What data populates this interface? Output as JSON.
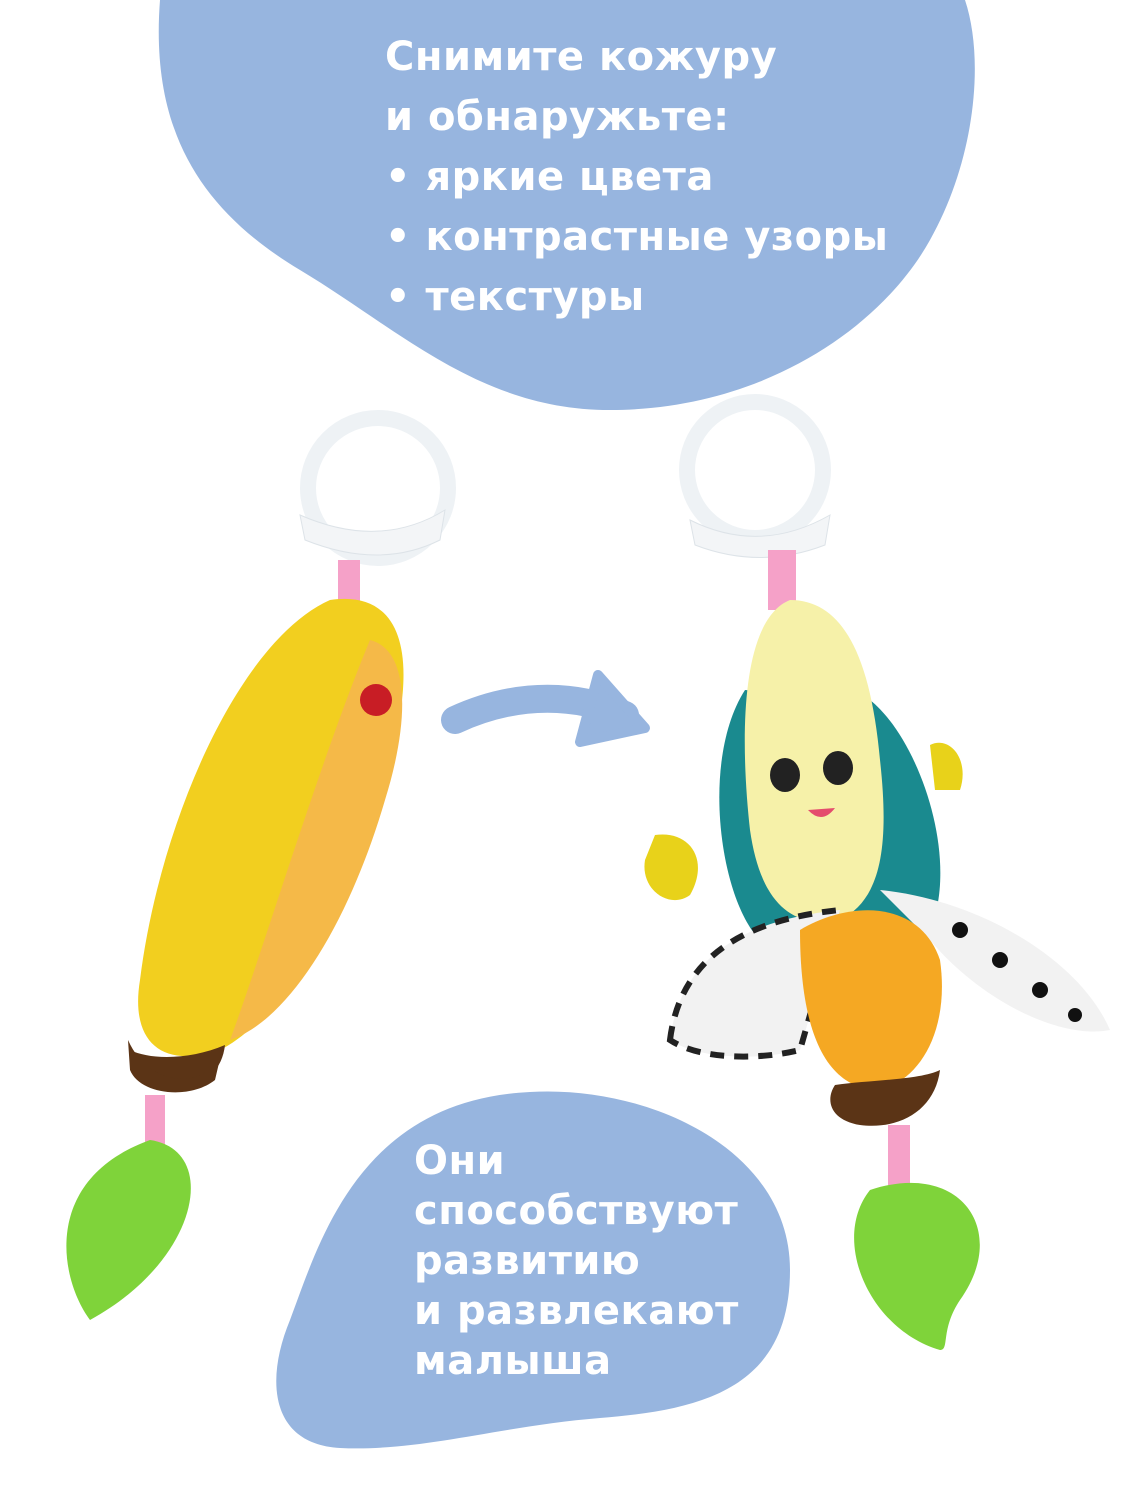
{
  "colors": {
    "blob": "#97b5df",
    "text": "#ffffff",
    "banana_yellow": "#f2cf1f",
    "teether_green": "#7fd33a",
    "arrow": "#97b5df"
  },
  "top_callout": {
    "lines": [
      "Снимите кожуру",
      "и обнаружьте:"
    ],
    "bullets": [
      "• яркие цвета",
      "• контрастные узоры",
      "• текстуры"
    ]
  },
  "bottom_callout": {
    "lines": [
      "Они",
      "способствуют",
      "развитию",
      "и развлекают",
      "малыша"
    ]
  },
  "images": {
    "left": "closed-banana-toy",
    "right": "peeled-banana-toy",
    "arrow": "arrow-right-icon"
  }
}
